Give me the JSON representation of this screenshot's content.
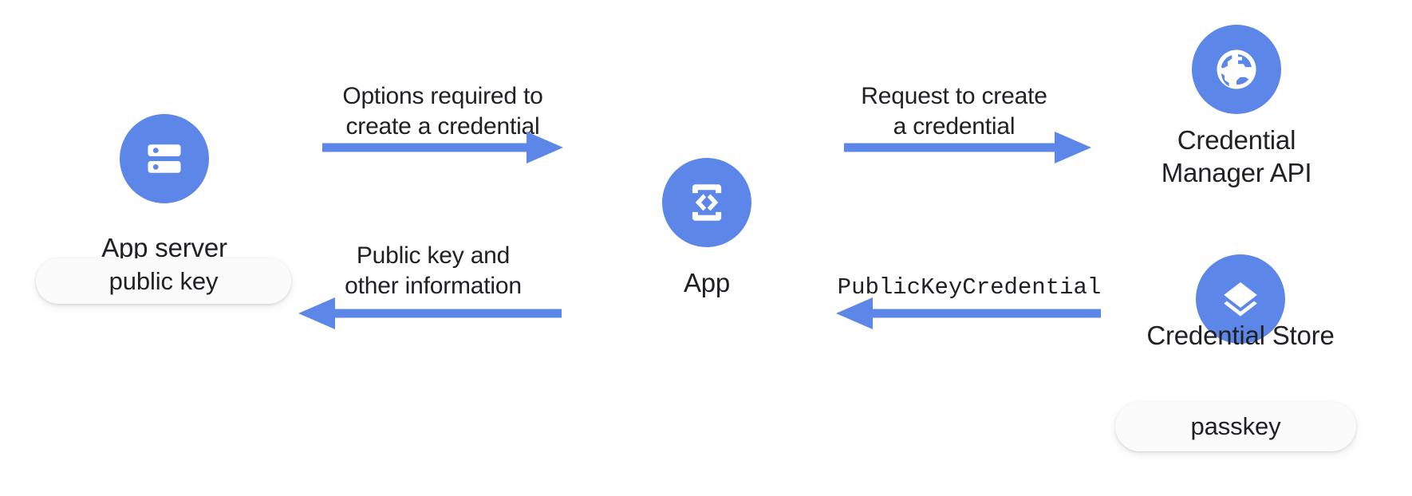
{
  "diagram": {
    "title": "Passkey credential creation flow",
    "accent_color": "#5C87E8",
    "text_color": "#202124",
    "pill_background": "#FBFBFB"
  },
  "nodes": [
    {
      "id": "app-server",
      "label": "App server",
      "icon": "server-icon",
      "chip": "public key"
    },
    {
      "id": "app",
      "label": "App",
      "icon": "app-code-phone-icon"
    },
    {
      "id": "credential-manager-api",
      "label": "Credential\nManager API",
      "icon": "globe-icon"
    },
    {
      "id": "credential-store",
      "label": "Credential Store",
      "icon": "layers-icon",
      "chip": "passkey"
    }
  ],
  "arrows": [
    {
      "id": "options-required",
      "label": "Options required to\ncreate a credential",
      "direction": "right",
      "from": "app-server",
      "to": "app",
      "mono": false
    },
    {
      "id": "public-key-and-other-info",
      "label": "Public key and\nother information",
      "direction": "left",
      "from": "app",
      "to": "app-server",
      "mono": false
    },
    {
      "id": "request-to-create",
      "label": "Request to create\na credential",
      "direction": "right",
      "from": "app",
      "to": "credential-manager-api",
      "mono": false
    },
    {
      "id": "public-key-credential",
      "label": "PublicKeyCredential",
      "direction": "left",
      "from": "credential-store",
      "to": "app",
      "mono": true
    }
  ]
}
